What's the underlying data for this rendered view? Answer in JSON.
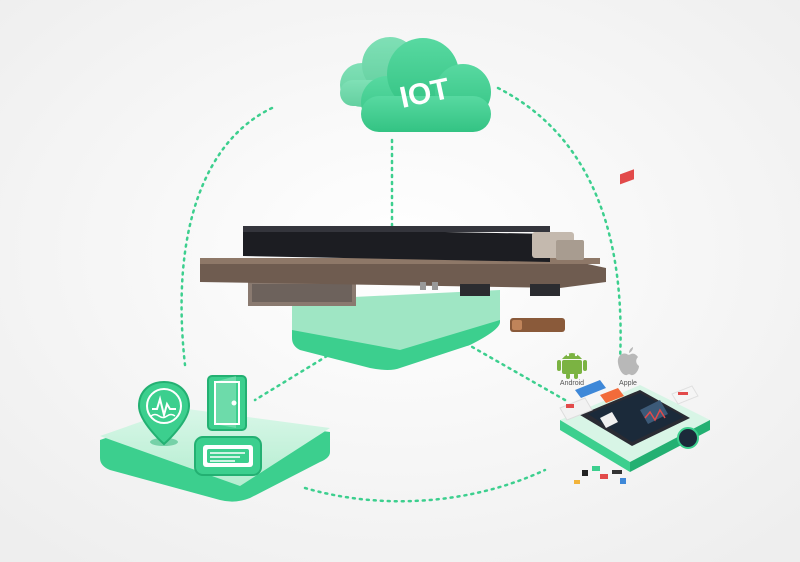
{
  "cloud": {
    "label": "IOT"
  },
  "platforms": {
    "android_label": "Android",
    "apple_label": "Apple"
  },
  "colors": {
    "green": "#3ccf8e",
    "green_dark": "#23b072",
    "green_light": "#c6f2dc",
    "board": "#6f5c50",
    "screen": "#1c1d22"
  },
  "icons": [
    "cloud-icon",
    "water-sensor-icon",
    "door-icon",
    "display-device-icon",
    "android-icon",
    "apple-icon",
    "phone-app-icon"
  ]
}
